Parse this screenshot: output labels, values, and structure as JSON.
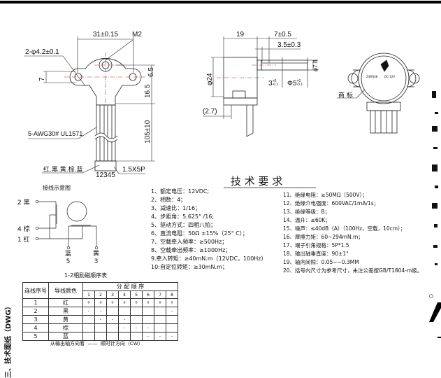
{
  "front_view": {
    "width_dim": "31±0.15",
    "screw_label": "M2",
    "holes_dim": "2-φ4.2±0.1",
    "ear_dim": "7",
    "shaft_offset_dim": "6.5",
    "body_dim": "16.5",
    "lead_length_dim": "105±10",
    "wire_spec": "5-AWG30# UL1571",
    "wire_colors": "红.黑.黄.棕.蓝",
    "pin_numbers": "12345",
    "connector_spec": "1.5X5P"
  },
  "side_view": {
    "length_dim": "19",
    "shaft_length_dim": "7±0.5",
    "flat_length_dim": "3.5±0.3",
    "diameter_dim": "φ24",
    "flat_dim": "3",
    "flat_tol_upper": "+0",
    "flat_tol_lower": "-0.1",
    "shaft_dim": "Φ5",
    "shaft_tol_upper": "+0",
    "shaft_tol_lower": "-0.1",
    "boss_dim": "φ7.8",
    "connector_offset_dim": "(2.7)"
  },
  "rear_view": {
    "trademark_label": "商标",
    "badge_model": "24BYJ48",
    "badge_voltage": "DC 12V"
  },
  "requirements": {
    "title": "技 术 要 求",
    "left": [
      "1、额定电压：12VDC;",
      "2、相数：4；",
      "3、减速比：1/16；",
      "4、步距角：5.625° /16;",
      "5、驱动方式：四相八拍；",
      "6、直流电阻：50Ω ±15%（25° C）；",
      "7、空载牵入频率：≥500Hz；",
      "8、空载牵出频率：≥1000Hz；",
      "9.牵入转矩：≥40mN.m（12VDC，100Hz）",
      "10:自定位转矩：≥30mN.m；"
    ],
    "right": [
      "11、绝缘电阻：≥50MΩ（500V）；",
      "12、绝缘介电强度：600VAC/1mA/1s；",
      "13、绝缘等级：B；",
      "14、温升：≤60K；",
      "15、噪声：≤40dB（A）（100Hz，空载，10cm）；",
      "16、摩擦力矩：60~294mN.m；",
      "17、端子引角规格：5P*1.5",
      "18、输出轴垂直度：90±1°",
      "19、轴向间隙：0.05~~0.3MM",
      "20、括号内尺寸为参考尺寸，未注公差按GB/T1804-m级。"
    ]
  },
  "wiring": {
    "title": "接线示意图",
    "leads": [
      {
        "num": "2",
        "color": "黑"
      },
      {
        "num": "4",
        "color": "棕"
      },
      {
        "num": "1",
        "color": "红"
      },
      {
        "num": "5",
        "color": "蓝"
      },
      {
        "num": "3",
        "color": "黄"
      }
    ]
  },
  "sequence_table": {
    "title": "1-2相励磁顺序表",
    "col_lead": "连线序号",
    "col_color": "导线颜色",
    "col_sequence": "分 配 顺 序",
    "steps": [
      "1",
      "2",
      "3",
      "4",
      "5",
      "6",
      "7",
      "8"
    ],
    "rows": [
      {
        "lead": "1",
        "color": "红",
        "cells": [
          "+",
          "+",
          "+",
          "+",
          "+",
          "+",
          "+",
          "+"
        ]
      },
      {
        "lead": "2",
        "color": "黑",
        "cells": [
          "-",
          "-",
          "",
          "",
          "",
          "",
          "",
          "-"
        ]
      },
      {
        "lead": "3",
        "color": "黄",
        "cells": [
          "",
          "-",
          "-",
          "-",
          "",
          "",
          "",
          ""
        ]
      },
      {
        "lead": "4",
        "color": "棕",
        "cells": [
          "",
          "",
          "",
          "-",
          "-",
          "-",
          "",
          ""
        ]
      },
      {
        "lead": "5",
        "color": "蓝",
        "cells": [
          "",
          "",
          "",
          "",
          "",
          "-",
          "-",
          "-"
        ]
      }
    ],
    "caption_left": "从输出轴方向看",
    "caption_right": "顺时针方向（CW）"
  },
  "section_heading": "三、技术图纸（DWG）",
  "colors": {
    "line": "#222222",
    "centerline": "#d02020"
  }
}
